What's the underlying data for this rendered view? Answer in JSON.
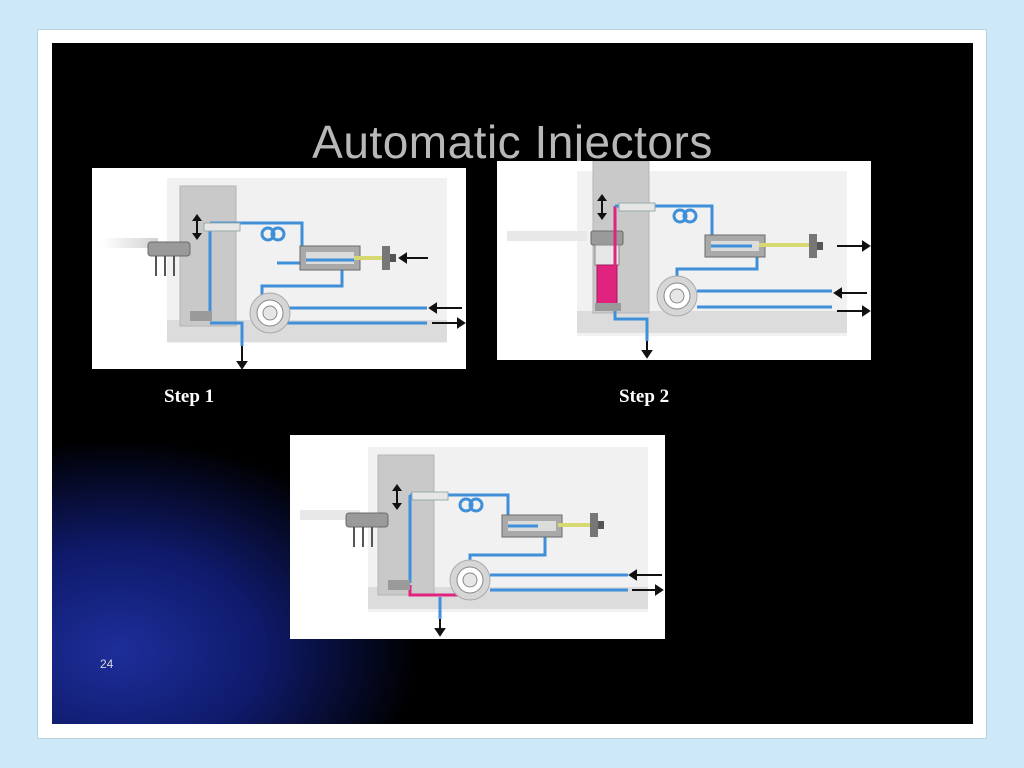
{
  "slide": {
    "title": "Automatic Injectors",
    "steps": [
      {
        "label": "Step 1"
      },
      {
        "label": "Step 2"
      }
    ],
    "slide_number": "24"
  },
  "colors": {
    "fluid_blue": "#3f8fd9",
    "sample_magenta": "#e0237f",
    "background_black": "#000000",
    "page_background": "#cde9f7"
  }
}
